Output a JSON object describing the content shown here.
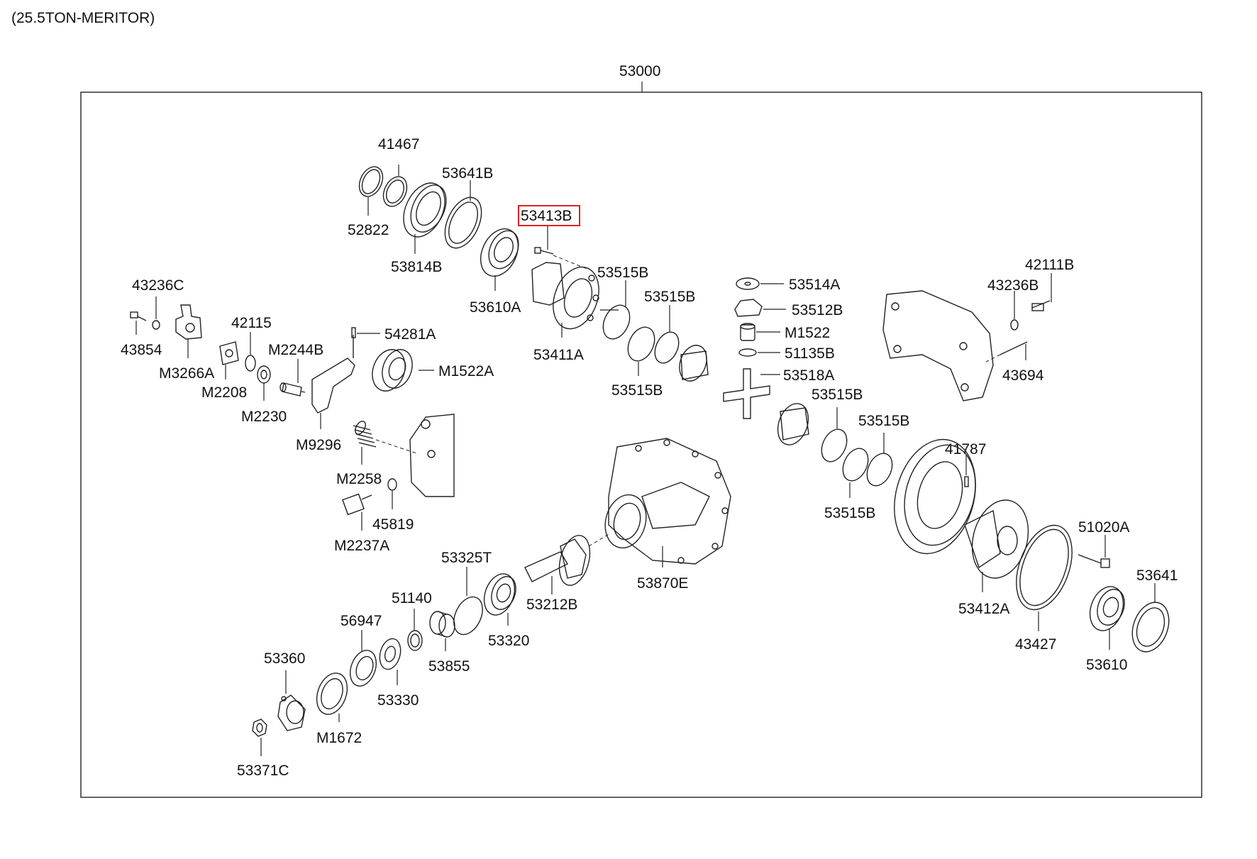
{
  "title": "(25.5TON-MERITOR)",
  "assembly_number": "53000",
  "highlighted_part": "53413B",
  "highlight_color": "#e02020",
  "labels": {
    "l41467": "41467",
    "l52822": "52822",
    "l53641B": "53641B",
    "l53814B": "53814B",
    "l53413B": "53413B",
    "l53610A": "53610A",
    "l53515B_a": "53515B",
    "l53515B_b": "53515B",
    "l53515B_c": "53515B",
    "l53515B_d": "53515B",
    "l53515B_e": "53515B",
    "l53515B_f": "53515B",
    "l53411A": "53411A",
    "l53514A": "53514A",
    "l53512B": "53512B",
    "lM1522": "M1522",
    "l51135B": "51135B",
    "l53518A": "53518A",
    "l42111B": "42111B",
    "l43236B": "43236B",
    "l43694": "43694",
    "l43236C": "43236C",
    "l43854": "43854",
    "lM3266A": "M3266A",
    "l42115": "42115",
    "lM2208": "M2208",
    "lM2230": "M2230",
    "lM2244B": "M2244B",
    "l54281A": "54281A",
    "lM1522A": "M1522A",
    "lM9296": "M9296",
    "lM2258": "M2258",
    "l45819": "45819",
    "lM2237A": "M2237A",
    "l41787": "41787",
    "l53870E": "53870E",
    "l53212B": "53212B",
    "l53325T": "53325T",
    "l53320": "53320",
    "l51140": "51140",
    "l53855": "53855",
    "l56947": "56947",
    "l53330": "53330",
    "l53360": "53360",
    "lM1672": "M1672",
    "l53371C": "53371C",
    "l51020A": "51020A",
    "l53412A": "53412A",
    "l43427": "43427",
    "l53641": "53641",
    "l53610": "53610"
  }
}
